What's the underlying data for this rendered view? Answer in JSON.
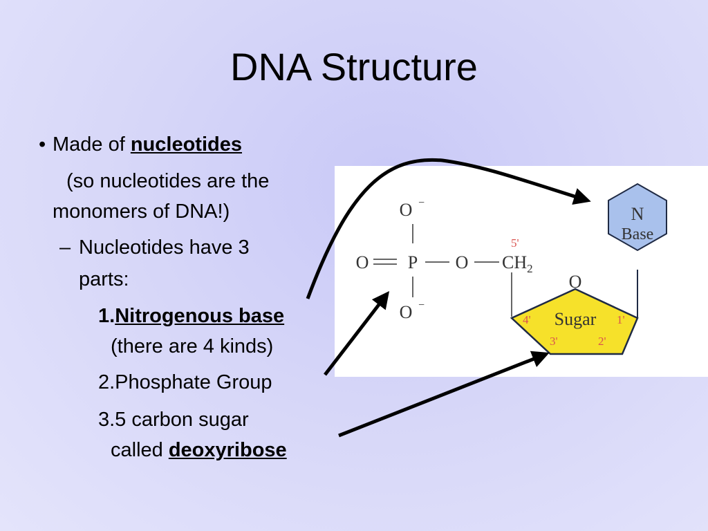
{
  "slide": {
    "title": "DNA Structure",
    "bullet_glyph": "•",
    "dash_glyph": "–",
    "b1_text": "Made of ",
    "b1_bold": "nucleotides",
    "b1_line2": "(so nucleotides are the",
    "b1_line3": "monomers of DNA!)",
    "sub_line1": "Nucleotides have 3",
    "sub_line2": "parts:",
    "item1_num": "1.",
    "item1_bold": "Nitrogenous base",
    "item1_line2": "(there are 4 kinds)",
    "item2": "2.Phosphate Group",
    "item3_line1": "3.5 carbon sugar",
    "item3_line2": "called ",
    "item3_bold": "deoxyribose"
  },
  "diagram": {
    "phosphate": {
      "o_top": "O",
      "o_top_charge": "−",
      "o_left": "O",
      "p": "P",
      "o_right": "O",
      "o_bottom": "O",
      "o_bottom_charge": "−",
      "ch": "CH",
      "ch_sub": "2",
      "c5": "5'"
    },
    "sugar": {
      "label": "Sugar",
      "ring_o": "O",
      "c1": "1'",
      "c2": "2'",
      "c3": "3'",
      "c4": "4'"
    },
    "base": {
      "line1": "N",
      "line2": "Base"
    },
    "colors": {
      "base_fill": "#a9c1ec",
      "sugar_fill": "#f6e12a",
      "carbon_number": "#d9534f",
      "outline": "#1f2a44"
    }
  }
}
